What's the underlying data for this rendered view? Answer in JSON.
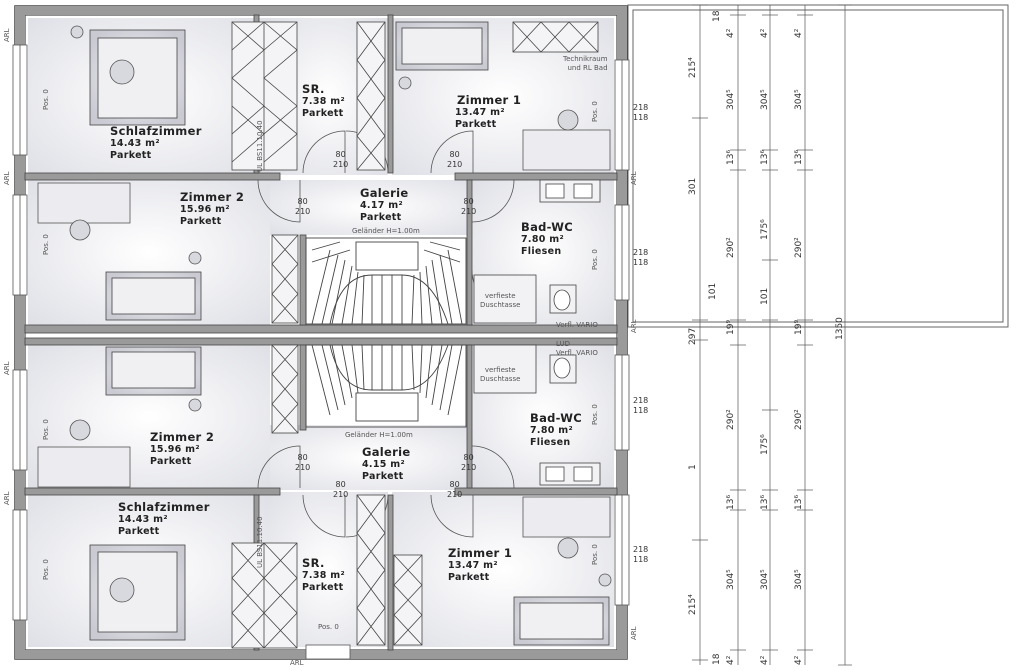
{
  "rooms": {
    "schlaf_top": {
      "name": "Schlafzimmer",
      "area": "14.43 m²",
      "floor": "Parkett"
    },
    "sr_top": {
      "name": "SR.",
      "area": "7.38 m²",
      "floor": "Parkett"
    },
    "zimmer1_top": {
      "name": "Zimmer 1",
      "area": "13.47 m²",
      "floor": "Parkett"
    },
    "zimmer2_top": {
      "name": "Zimmer 2",
      "area": "15.96 m²",
      "floor": "Parkett"
    },
    "galerie_top": {
      "name": "Galerie",
      "area": "4.17 m²",
      "floor": "Parkett"
    },
    "bad_top": {
      "name": "Bad-WC",
      "area": "7.80 m²",
      "floor": "Fliesen"
    },
    "zimmer2_bot": {
      "name": "Zimmer 2",
      "area": "15.96 m²",
      "floor": "Parkett"
    },
    "galerie_bot": {
      "name": "Galerie",
      "area": "4.15 m²",
      "floor": "Parkett"
    },
    "bad_bot": {
      "name": "Bad-WC",
      "area": "7.80 m²",
      "floor": "Fliesen"
    },
    "schlaf_bot": {
      "name": "Schlafzimmer",
      "area": "14.43 m²",
      "floor": "Parkett"
    },
    "sr_bot": {
      "name": "SR.",
      "area": "7.38 m²",
      "floor": "Parkett"
    },
    "zimmer1_bot": {
      "name": "Zimmer 1",
      "area": "13.47 m²",
      "floor": "Parkett"
    }
  },
  "notes": {
    "gelaender_top": "Geländer H=1.00m",
    "gelaender_bot": "Geländer H=1.00m",
    "dusche_top_1": "verfieste",
    "dusche_top_2": "Duschtasse",
    "dusche_bot_1": "verfieste",
    "dusche_bot_2": "Duschtasse",
    "technik_1": "Technikraum",
    "technik_2": "und RL Bad",
    "vario_top": "Verfl. VARIO",
    "vario_bot": "Verfl. VARIO",
    "lu_bot": "LUD",
    "ul_top": "UL BS11.10.40",
    "ul_bot": "UL BS11.10.40"
  },
  "labels": {
    "arl": "ARL",
    "pos0": "Pos. 0",
    "door_w": "80",
    "door_h": "210",
    "win_218": "218",
    "win_118": "118"
  },
  "dimensions": {
    "col1": [
      "215⁴",
      "301",
      "101",
      "1"
    ],
    "col2": [
      "304⁵",
      "13⁶",
      "290²",
      "19⁹",
      "290²",
      "13⁶",
      "304⁵"
    ],
    "col3": [
      "304⁵",
      "13⁶",
      "175⁶",
      "101",
      "175⁶",
      "13⁶",
      "304⁵"
    ],
    "col4": [
      "304⁵",
      "13⁶",
      "290²",
      "19⁹",
      "290²",
      "13⁶",
      "304⁵"
    ],
    "total": "1350",
    "left_total": "297",
    "small_a": "18",
    "small_b": "4²"
  }
}
